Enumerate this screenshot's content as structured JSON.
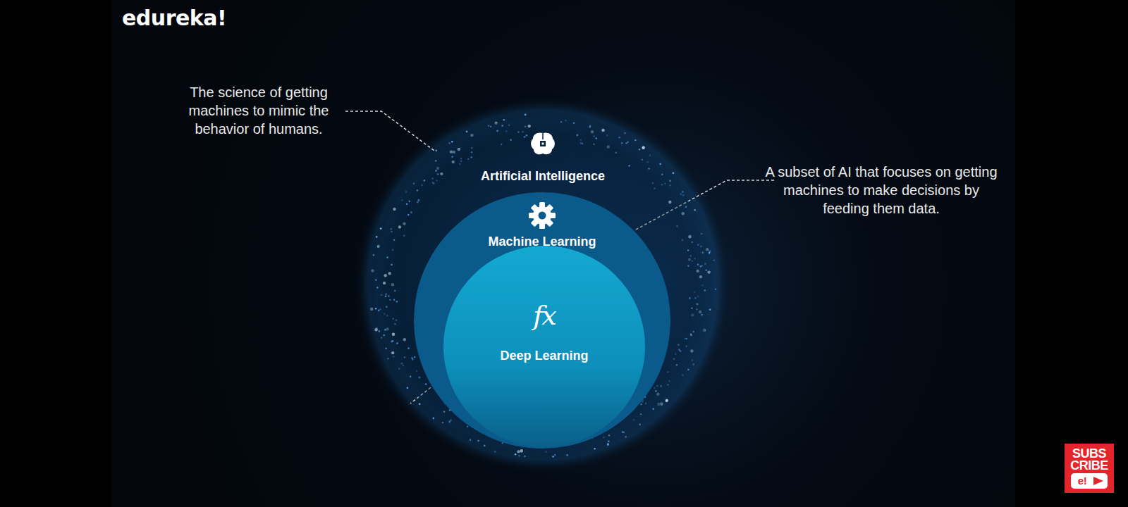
{
  "diagram": {
    "nodes": [
      {
        "text": [
          "Artificial Intelligence"
        ]
      },
      {
        "text": [
          "Machine Learning"
        ],
        "in": 0
      },
      {
        "text": [
          "Deep Learning"
        ],
        "in": 1
      }
    ],
    "labels": [
      "edureka!",
      "The science of getting machines to mimic the behavior of humans.",
      "A subset of AI that focuses on getting machines to make decisions by feeding them data.",
      "fx",
      "SUBS",
      "CRIBE",
      "e!"
    ]
  }
}
